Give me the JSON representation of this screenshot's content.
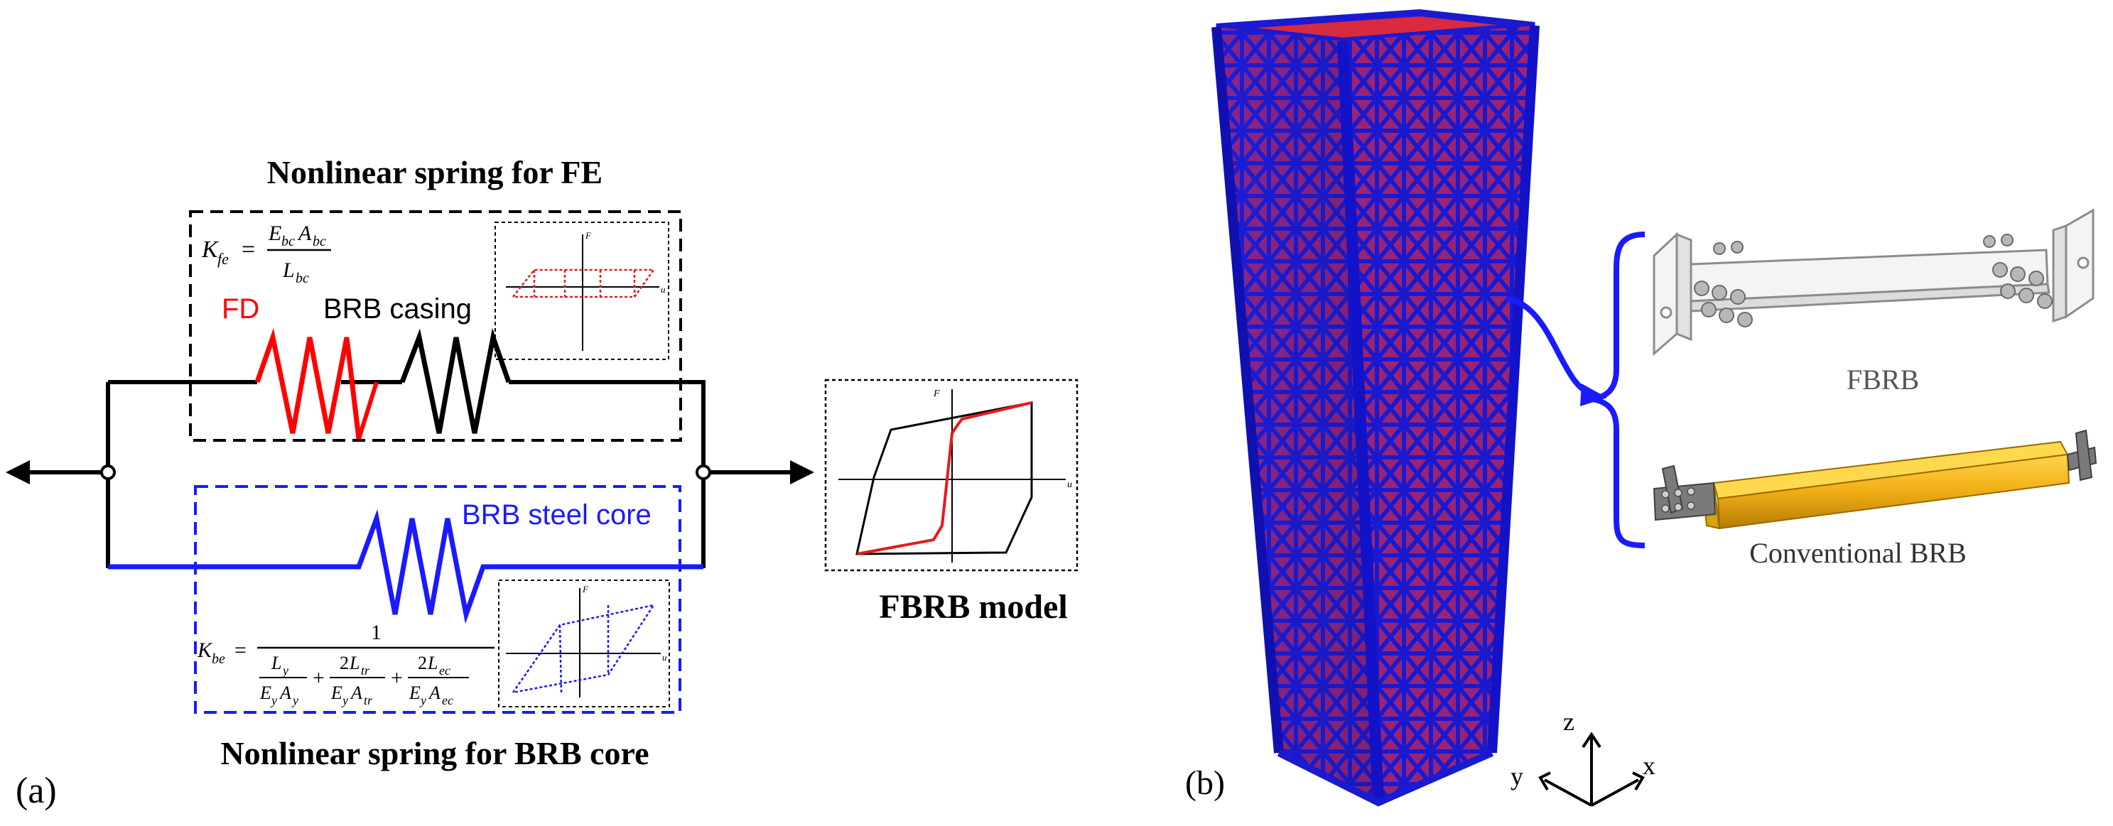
{
  "panel_a": {
    "label": "(a)",
    "fe_spring": {
      "title": "Nonlinear spring for FE",
      "formula_lhs": "K_fe",
      "formula_num": "E_bc A_bc",
      "formula_den": "L_bc",
      "fd_label": "FD",
      "casing_label": "BRB casing"
    },
    "core_spring": {
      "title": "Nonlinear spring for BRB core",
      "label": "BRB steel core",
      "formula_lhs": "K_be",
      "formula_num": "1",
      "term1_num": "L_y",
      "term1_den": "E_y A_y",
      "term2_num": "2L_tr",
      "term2_den": "E_y A_tr",
      "term3_num": "2L_ec",
      "term3_den": "E_y A_ec"
    },
    "model_label": "FBRB model",
    "axis_f": "F",
    "axis_u": "u"
  },
  "panel_b": {
    "label": "(b)",
    "fbrb_label": "FBRB",
    "conventional_label": "Conventional BRB",
    "axes": {
      "z": "z",
      "y": "y",
      "x": "x"
    }
  },
  "colors": {
    "fd": "#ff0000",
    "core": "#0000ff",
    "casing": "#000000",
    "building_frame": "#1f1fd6",
    "building_slab": "#d8203a",
    "brb_yellow": "#f2b416"
  }
}
